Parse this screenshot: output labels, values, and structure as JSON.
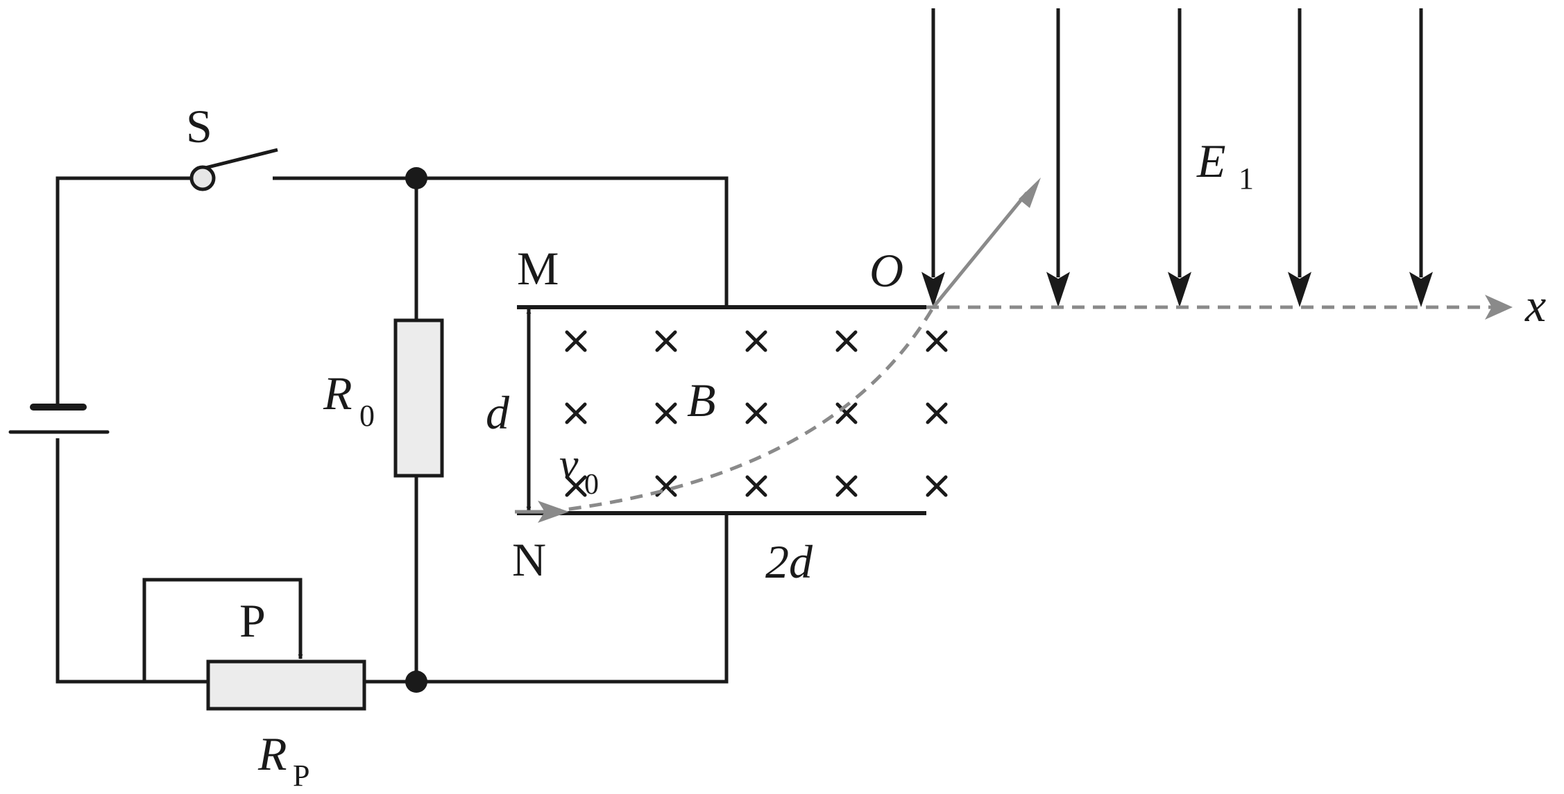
{
  "labels": {
    "switch": "S",
    "plate_top": "M",
    "plate_bottom": "N",
    "origin": "O",
    "axis": "x",
    "resistor_fixed": {
      "main": "R",
      "sub": "0"
    },
    "resistor_var": {
      "main": "R",
      "sub": "P"
    },
    "slider": "P",
    "gap": "d",
    "field_B": "B",
    "field_E": {
      "main": "E",
      "sub": "1"
    },
    "velocity": {
      "main": "v",
      "sub": "0"
    },
    "length": "2d"
  },
  "colors": {
    "line": "#1a1a1a",
    "path": "#8a8a8a",
    "component_fill": "#ececec"
  }
}
